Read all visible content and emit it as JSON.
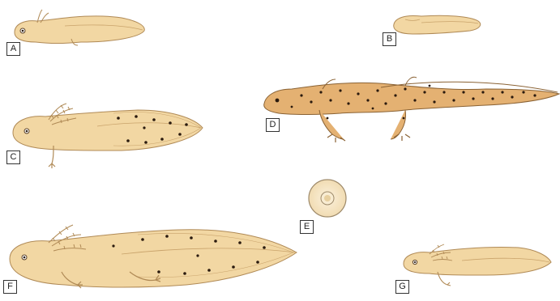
{
  "labels": {
    "a": "A",
    "b": "B",
    "c": "C",
    "d": "D",
    "e": "E",
    "f": "F",
    "g": "G"
  },
  "colors": {
    "body_fill": "#f2d7a3",
    "body_light": "#f8e8c6",
    "body_stroke": "#b08a56",
    "spots": "#2a1a0e",
    "adult_fill": "#e4b172",
    "egg_fill": "#f4e2bf"
  }
}
